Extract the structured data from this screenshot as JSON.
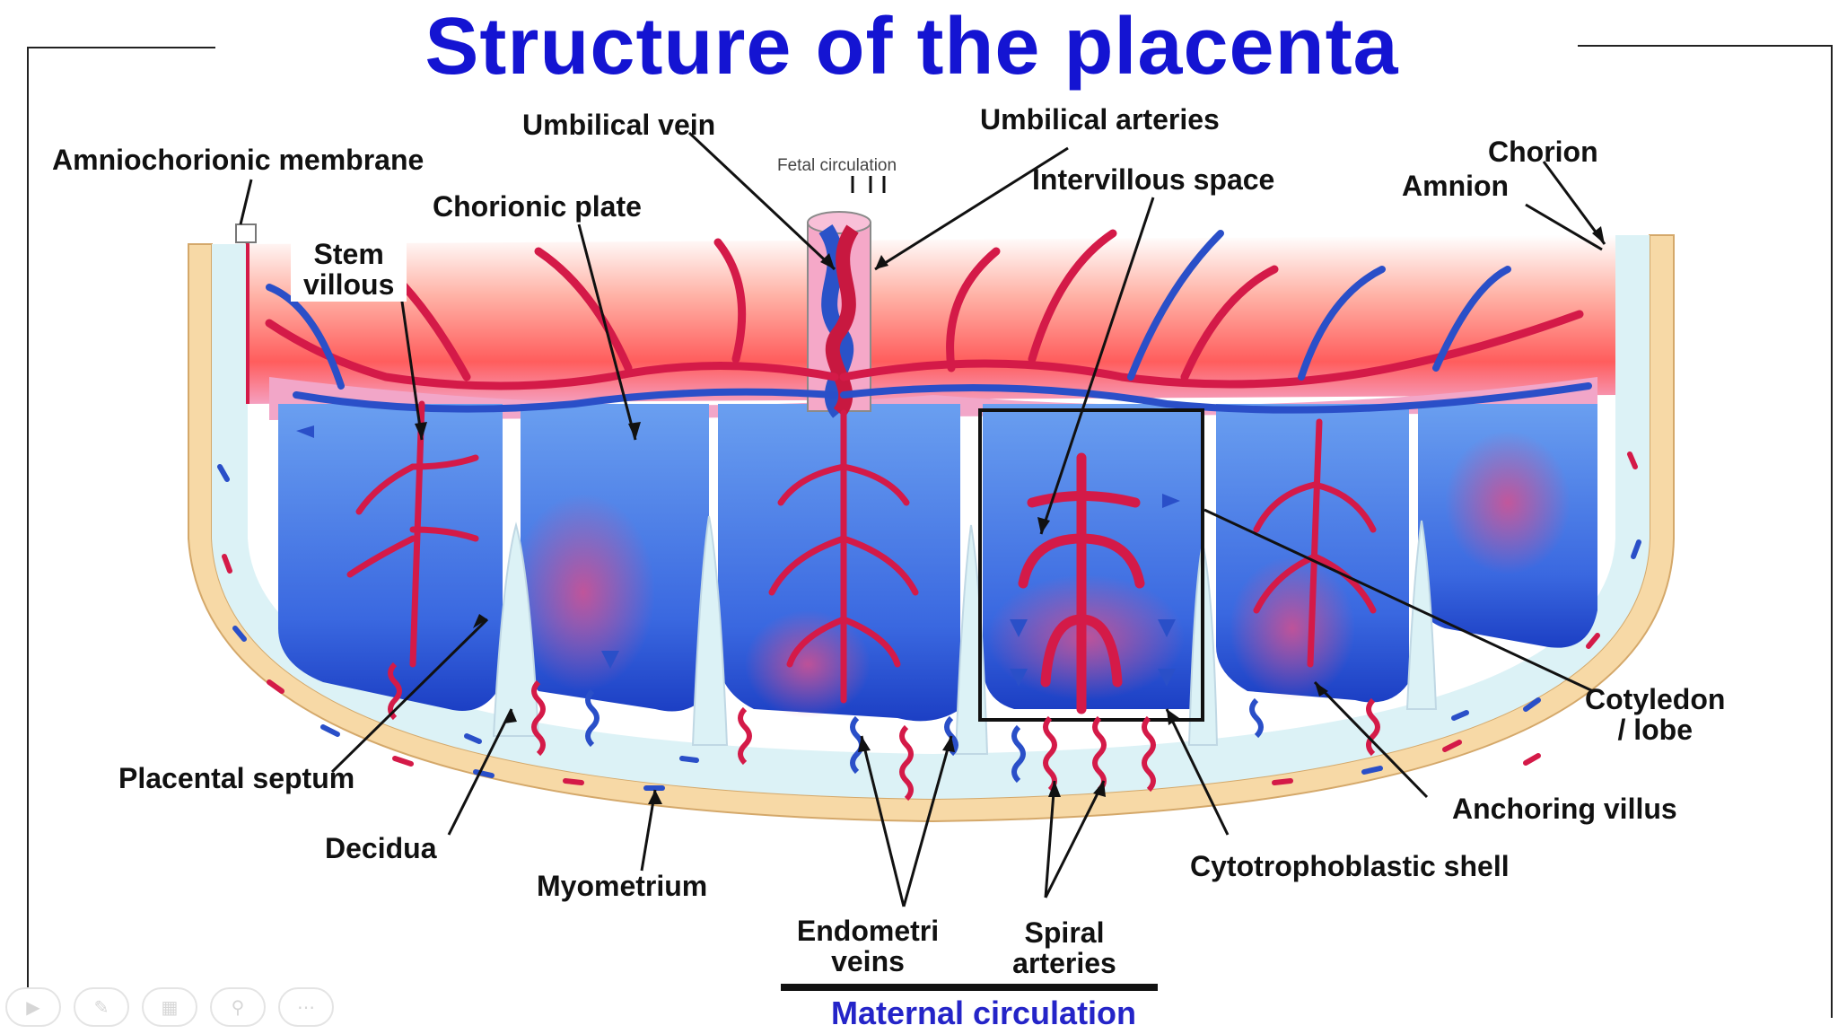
{
  "title": "Structure of the placenta",
  "labels": {
    "umbilical_vein": "Umbilical vein",
    "umbilical_arteries": "Umbilical arteries",
    "amniochorionic_membrane": "Amniochorionic membrane",
    "chorion": "Chorion",
    "amnion": "Amnion",
    "chorionic_plate": "Chorionic plate",
    "intervillous_space": "Intervillous space",
    "stem_villous_1": "Stem",
    "stem_villous_2": "villous",
    "cotyledon_1": "Cotyledon",
    "cotyledon_2": "/ lobe",
    "placental_septum": "Placental septum",
    "anchoring_villus": "Anchoring villus",
    "decidua": "Decidua",
    "myometrium": "Myometrium",
    "cytotrophoblastic_shell": "Cytotrophoblastic shell",
    "endometrial_veins_1": "Endometri",
    "endometrial_veins_2": "veins",
    "spiral_arteries_1": "Spiral",
    "spiral_arteries_2": "arteries",
    "fetal_circulation": "Fetal circulation",
    "maternal_circulation": "Maternal circulation"
  },
  "colors": {
    "title": "#1414d2",
    "maternal_label": "#2424c8",
    "artery_red": "#d8184a",
    "vein_blue": "#2a52c8",
    "intervillous_blue": "#5a8ee6",
    "decidua_light_blue": "#d8f0f4",
    "myometrium_tan": "#f7d9a6"
  },
  "toolbar_icons": [
    "play-icon",
    "pen-icon",
    "slides-icon",
    "zoom-icon",
    "more-icon"
  ]
}
